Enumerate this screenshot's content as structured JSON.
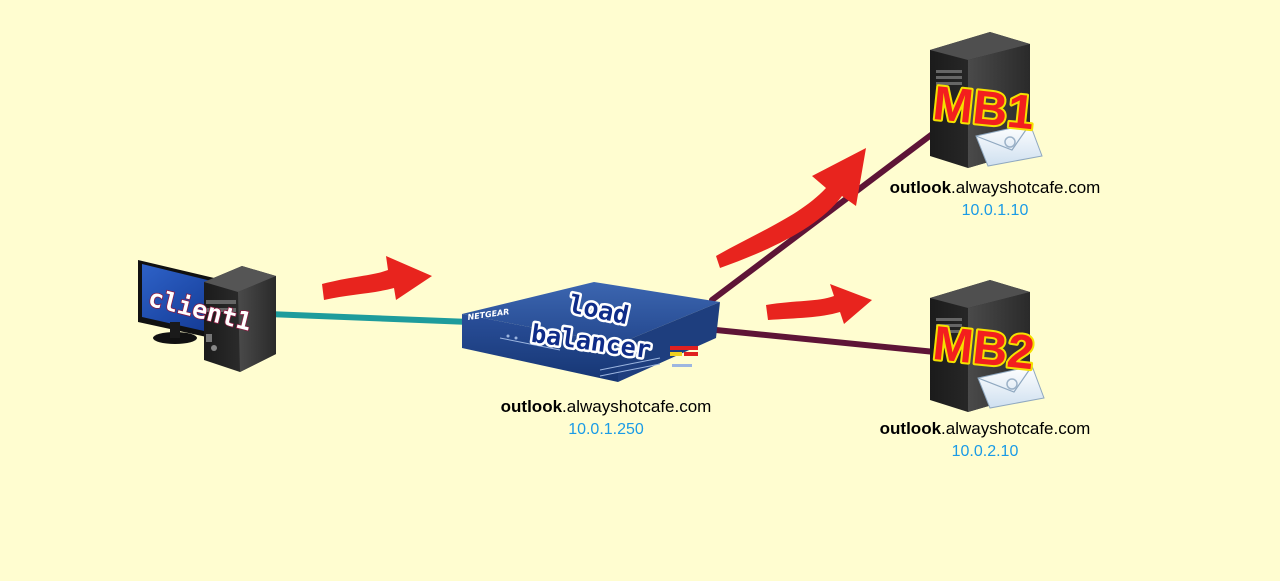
{
  "colors": {
    "background": "#FFFDD0",
    "client_link": "#1E9C9C",
    "server_link": "#5E1436",
    "arrow": "#E8241E",
    "ip_text": "#1A9BE6",
    "mb_label_fill": "#F31E1E",
    "mb_label_stroke": "#F5E000",
    "lb_label_fill": "#0F2C88",
    "client_label_fill": "#FFFFFF",
    "client_label_stroke": "#8A1A40"
  },
  "nodes": {
    "client": {
      "label": "client1",
      "icon": "desktop-computer-icon"
    },
    "load_balancer": {
      "label_line1": "load",
      "label_line2": "balancer",
      "brand": "NETGEAR",
      "icon": "network-router-icon",
      "host_bold": "outlook",
      "host_rest": ".alwayshotcafe.com",
      "ip": "10.0.1.250"
    },
    "mb1": {
      "label": "MB1",
      "icon": "server-tower-icon",
      "badge_icon": "email-envelope-icon",
      "host_bold": "outlook",
      "host_rest": ".alwayshotcafe.com",
      "ip": "10.0.1.10"
    },
    "mb2": {
      "label": "MB2",
      "icon": "server-tower-icon",
      "badge_icon": "email-envelope-icon",
      "host_bold": "outlook",
      "host_rest": ".alwayshotcafe.com",
      "ip": "10.0.2.10"
    }
  },
  "edges": [
    {
      "from": "client",
      "to": "load_balancer"
    },
    {
      "from": "load_balancer",
      "to": "mb1"
    },
    {
      "from": "load_balancer",
      "to": "mb2"
    }
  ]
}
